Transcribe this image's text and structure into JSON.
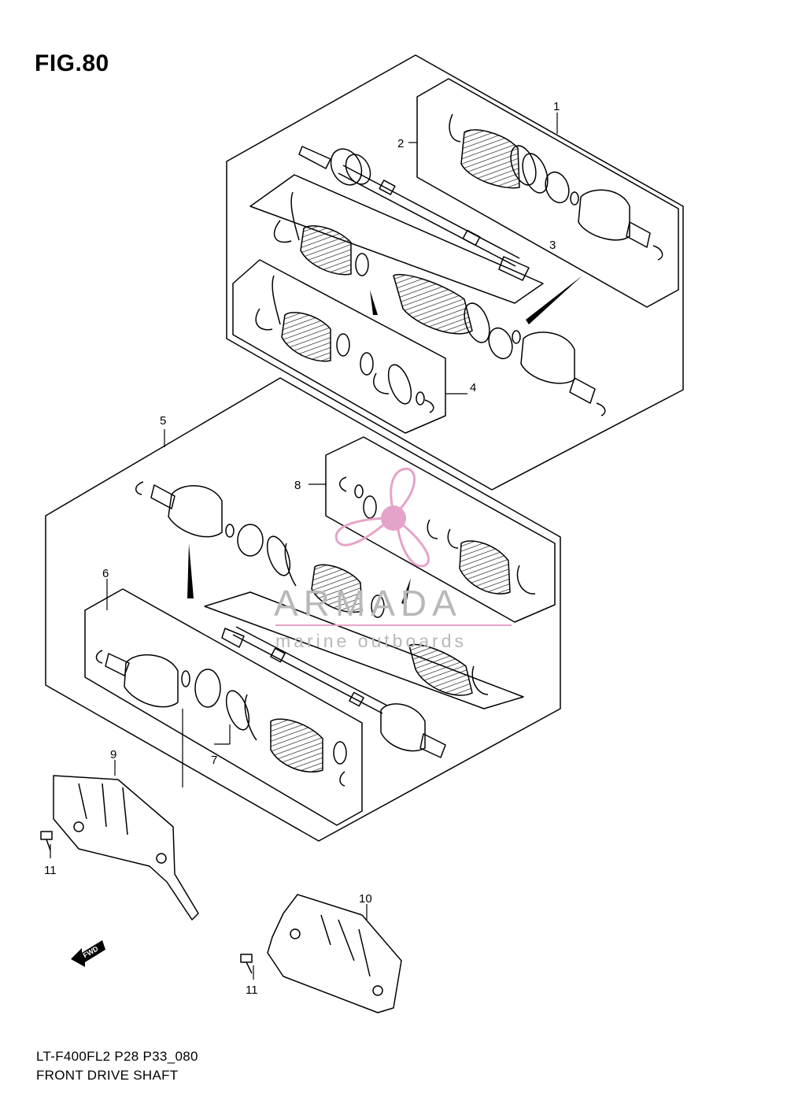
{
  "figure": {
    "title": "FIG.80",
    "code": "LT-F400FL2 P28 P33_080",
    "name": "FRONT DRIVE SHAFT"
  },
  "callouts": [
    "1",
    "2",
    "3",
    "4",
    "5",
    "6",
    "7",
    "8",
    "9",
    "10",
    "11",
    "11"
  ],
  "watermark": {
    "brand": "ARMADA",
    "tagline": "marine outboards",
    "colors": {
      "logo": "#e6a3c9",
      "text": "#b8b8b8",
      "rule": "#e6a3c9"
    }
  },
  "direction_badge": "FWD"
}
